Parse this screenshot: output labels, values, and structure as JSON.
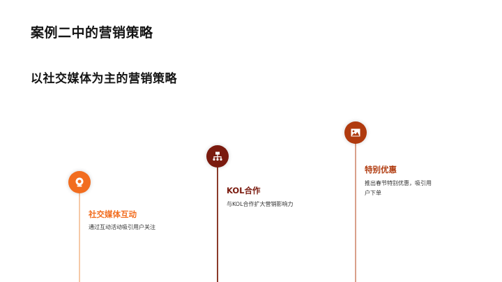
{
  "slide": {
    "title": "案例二中的营销策略",
    "subtitle": "以社交媒体为主的营销策略"
  },
  "steps": [
    {
      "title": "社交媒体互动",
      "description": "通过互动活动吸引用户关注",
      "icon": "webcam-icon",
      "color": "#f26d1f",
      "line_color": "#f6c9a8"
    },
    {
      "title": "KOL合作",
      "description": "与KOL合作扩大营销影响力",
      "icon": "sitemap-icon",
      "color": "#7a1a0e",
      "line_color": "#8a3a2a"
    },
    {
      "title": "特别优惠",
      "description": "推出春节特别优惠，吸引用户下单",
      "icon": "image-icon",
      "color": "#b03a0e",
      "line_color": "#d9a08a"
    }
  ]
}
